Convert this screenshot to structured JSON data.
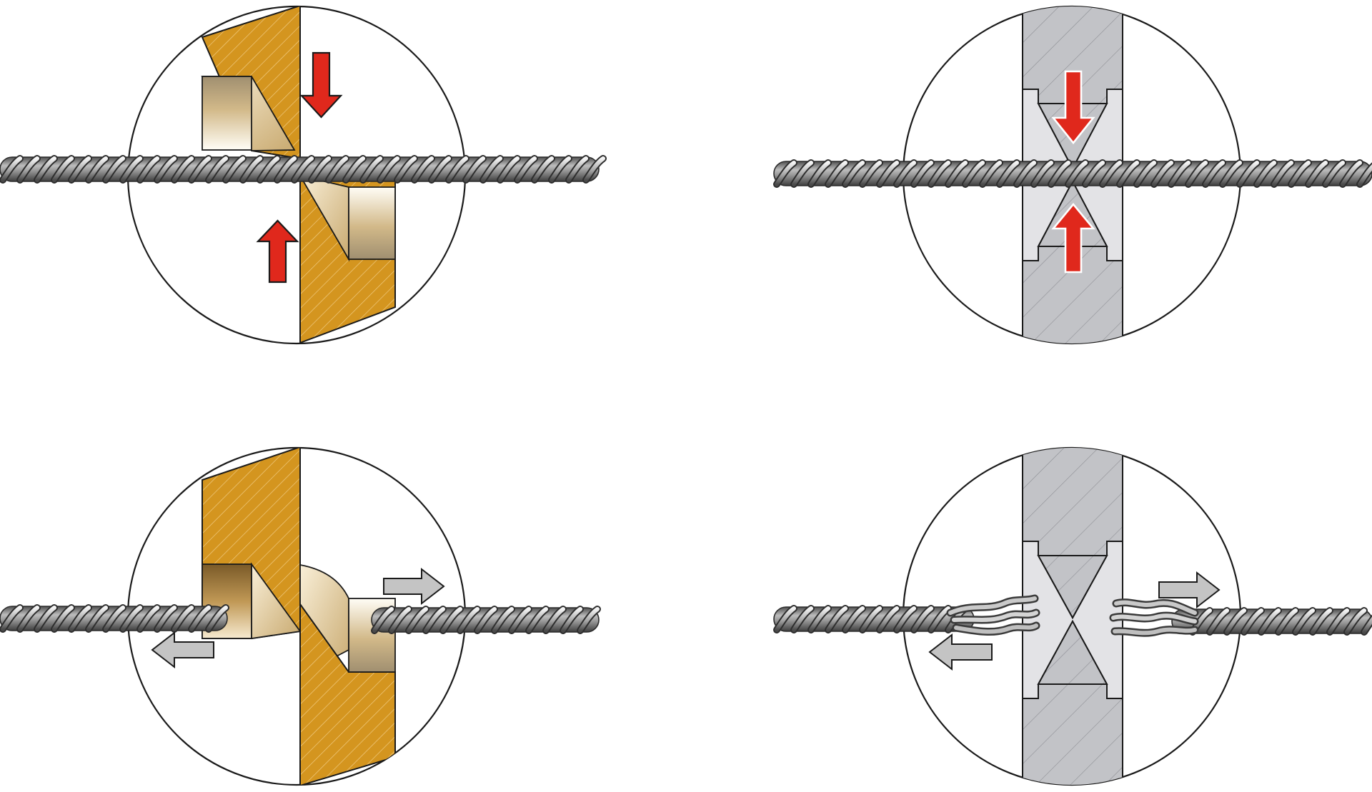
{
  "colors": {
    "background": "#ffffff",
    "outline": "#1a1a1a",
    "bypass_blade": "#d4951f",
    "bypass_blade_hatch": "#f2cf8a",
    "anvil_blade": "#c2c3c7",
    "anvil_blade_hatch": "#8e8f94",
    "anvil_edge": "#e3e3e6",
    "wire_rope": "#8d8d8d",
    "wire_rope_highlight": "#f4f4f4",
    "clamping_arrow": "#e0281c",
    "separation_arrow": "#c4c4c4"
  },
  "panels": [
    {
      "id": "bypass-cutting",
      "cutter": "bypass",
      "stage": "cutting",
      "arrow_kind": "clamping",
      "arrow_color": "red"
    },
    {
      "id": "anvil-cutting",
      "cutter": "anvil",
      "stage": "cutting",
      "arrow_kind": "clamping",
      "arrow_color": "red"
    },
    {
      "id": "bypass-cut-result",
      "cutter": "bypass",
      "stage": "severed",
      "arrow_kind": "separation",
      "arrow_color": "gray",
      "rope_ends": "clean"
    },
    {
      "id": "anvil-cut-result",
      "cutter": "anvil",
      "stage": "severed",
      "arrow_kind": "separation",
      "arrow_color": "gray",
      "rope_ends": "frayed"
    }
  ]
}
